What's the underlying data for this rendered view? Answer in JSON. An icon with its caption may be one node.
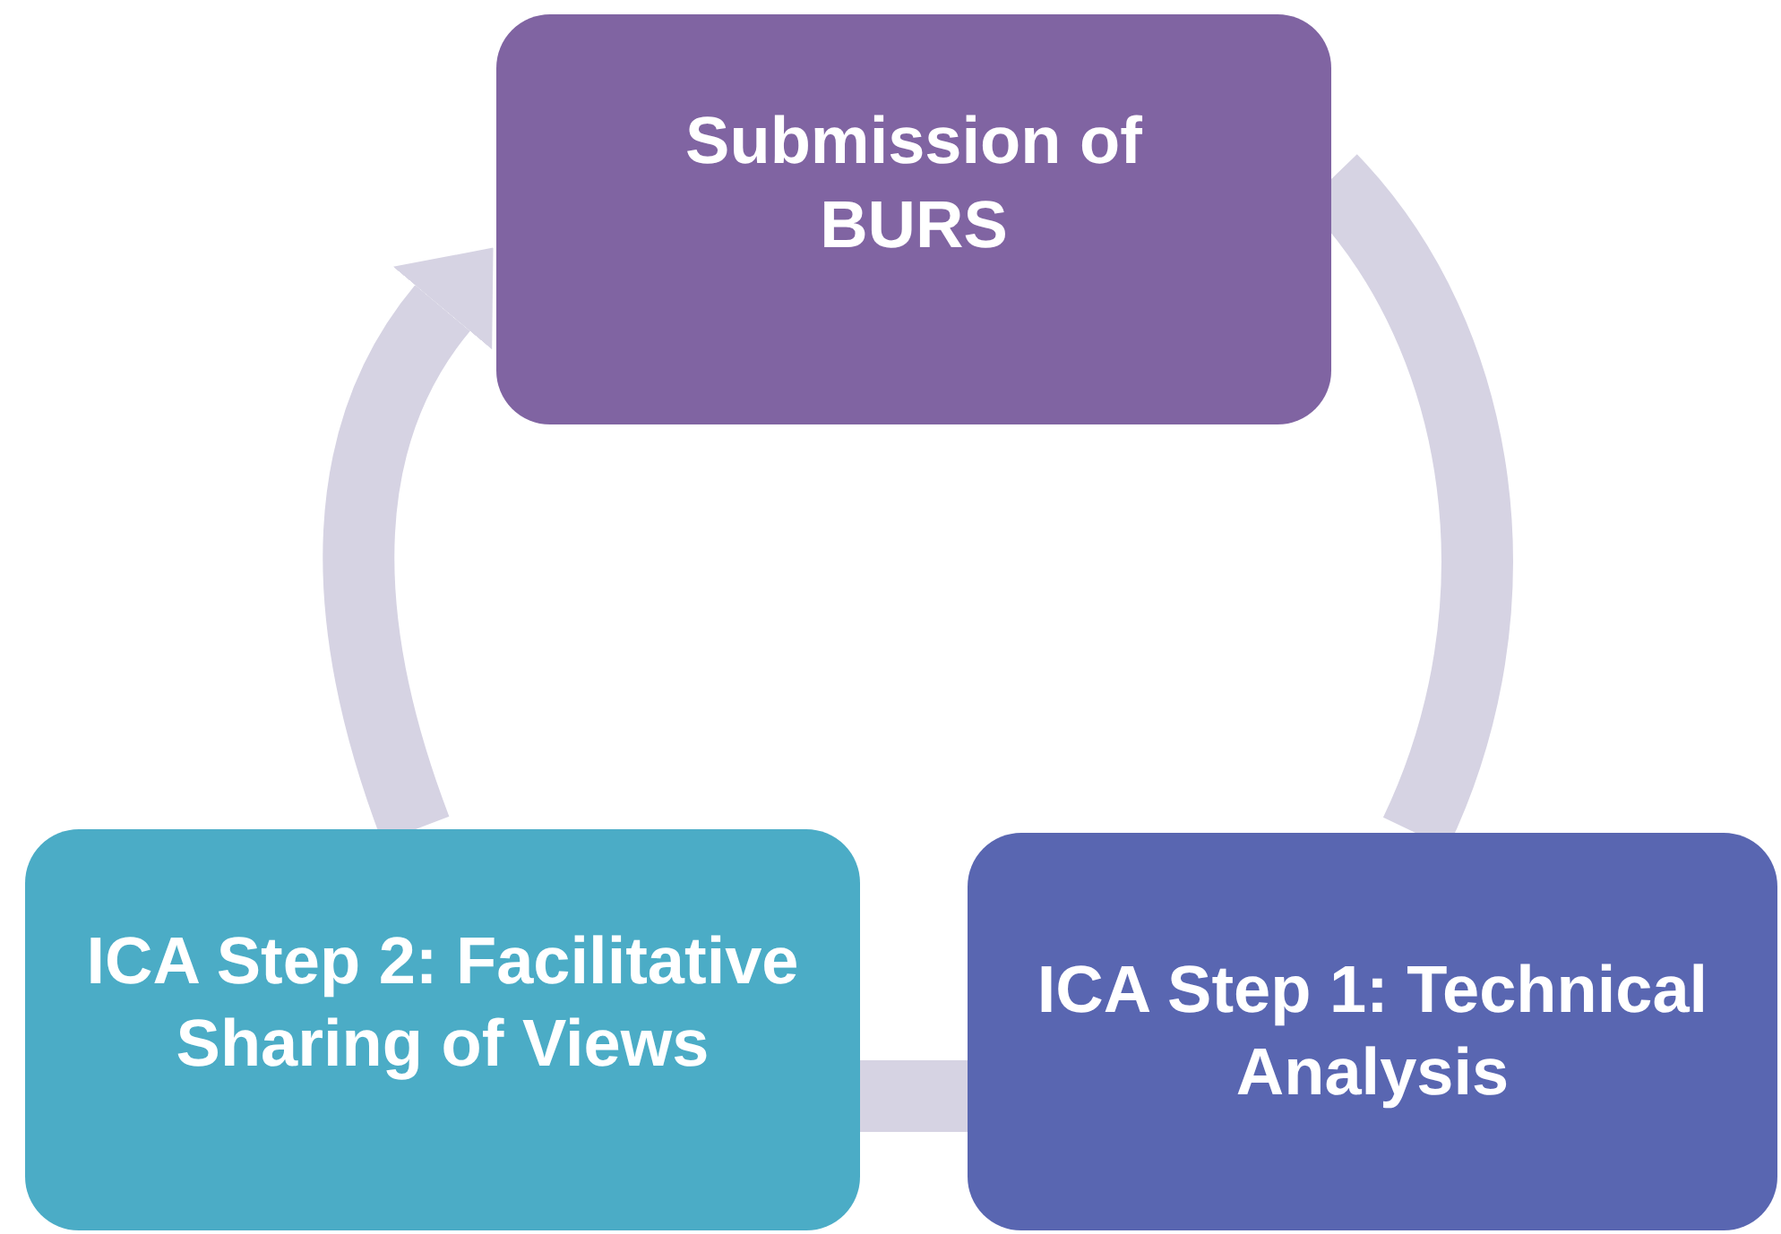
{
  "diagram": {
    "nodes": [
      {
        "text": [
          "Submission of BURS"
        ]
      },
      {
        "text": [
          "ICA Step 1: Technical Analysis"
        ]
      },
      {
        "text": [
          "ICA Step 2: Facilitative Sharing of Views"
        ]
      }
    ],
    "edges": [
      {
        "from": 0,
        "to": 1,
        "arrow": "none"
      },
      {
        "from": 1,
        "to": 2,
        "arrow": "none"
      },
      {
        "from": 2,
        "to": 0,
        "arrow": "to"
      }
    ]
  }
}
